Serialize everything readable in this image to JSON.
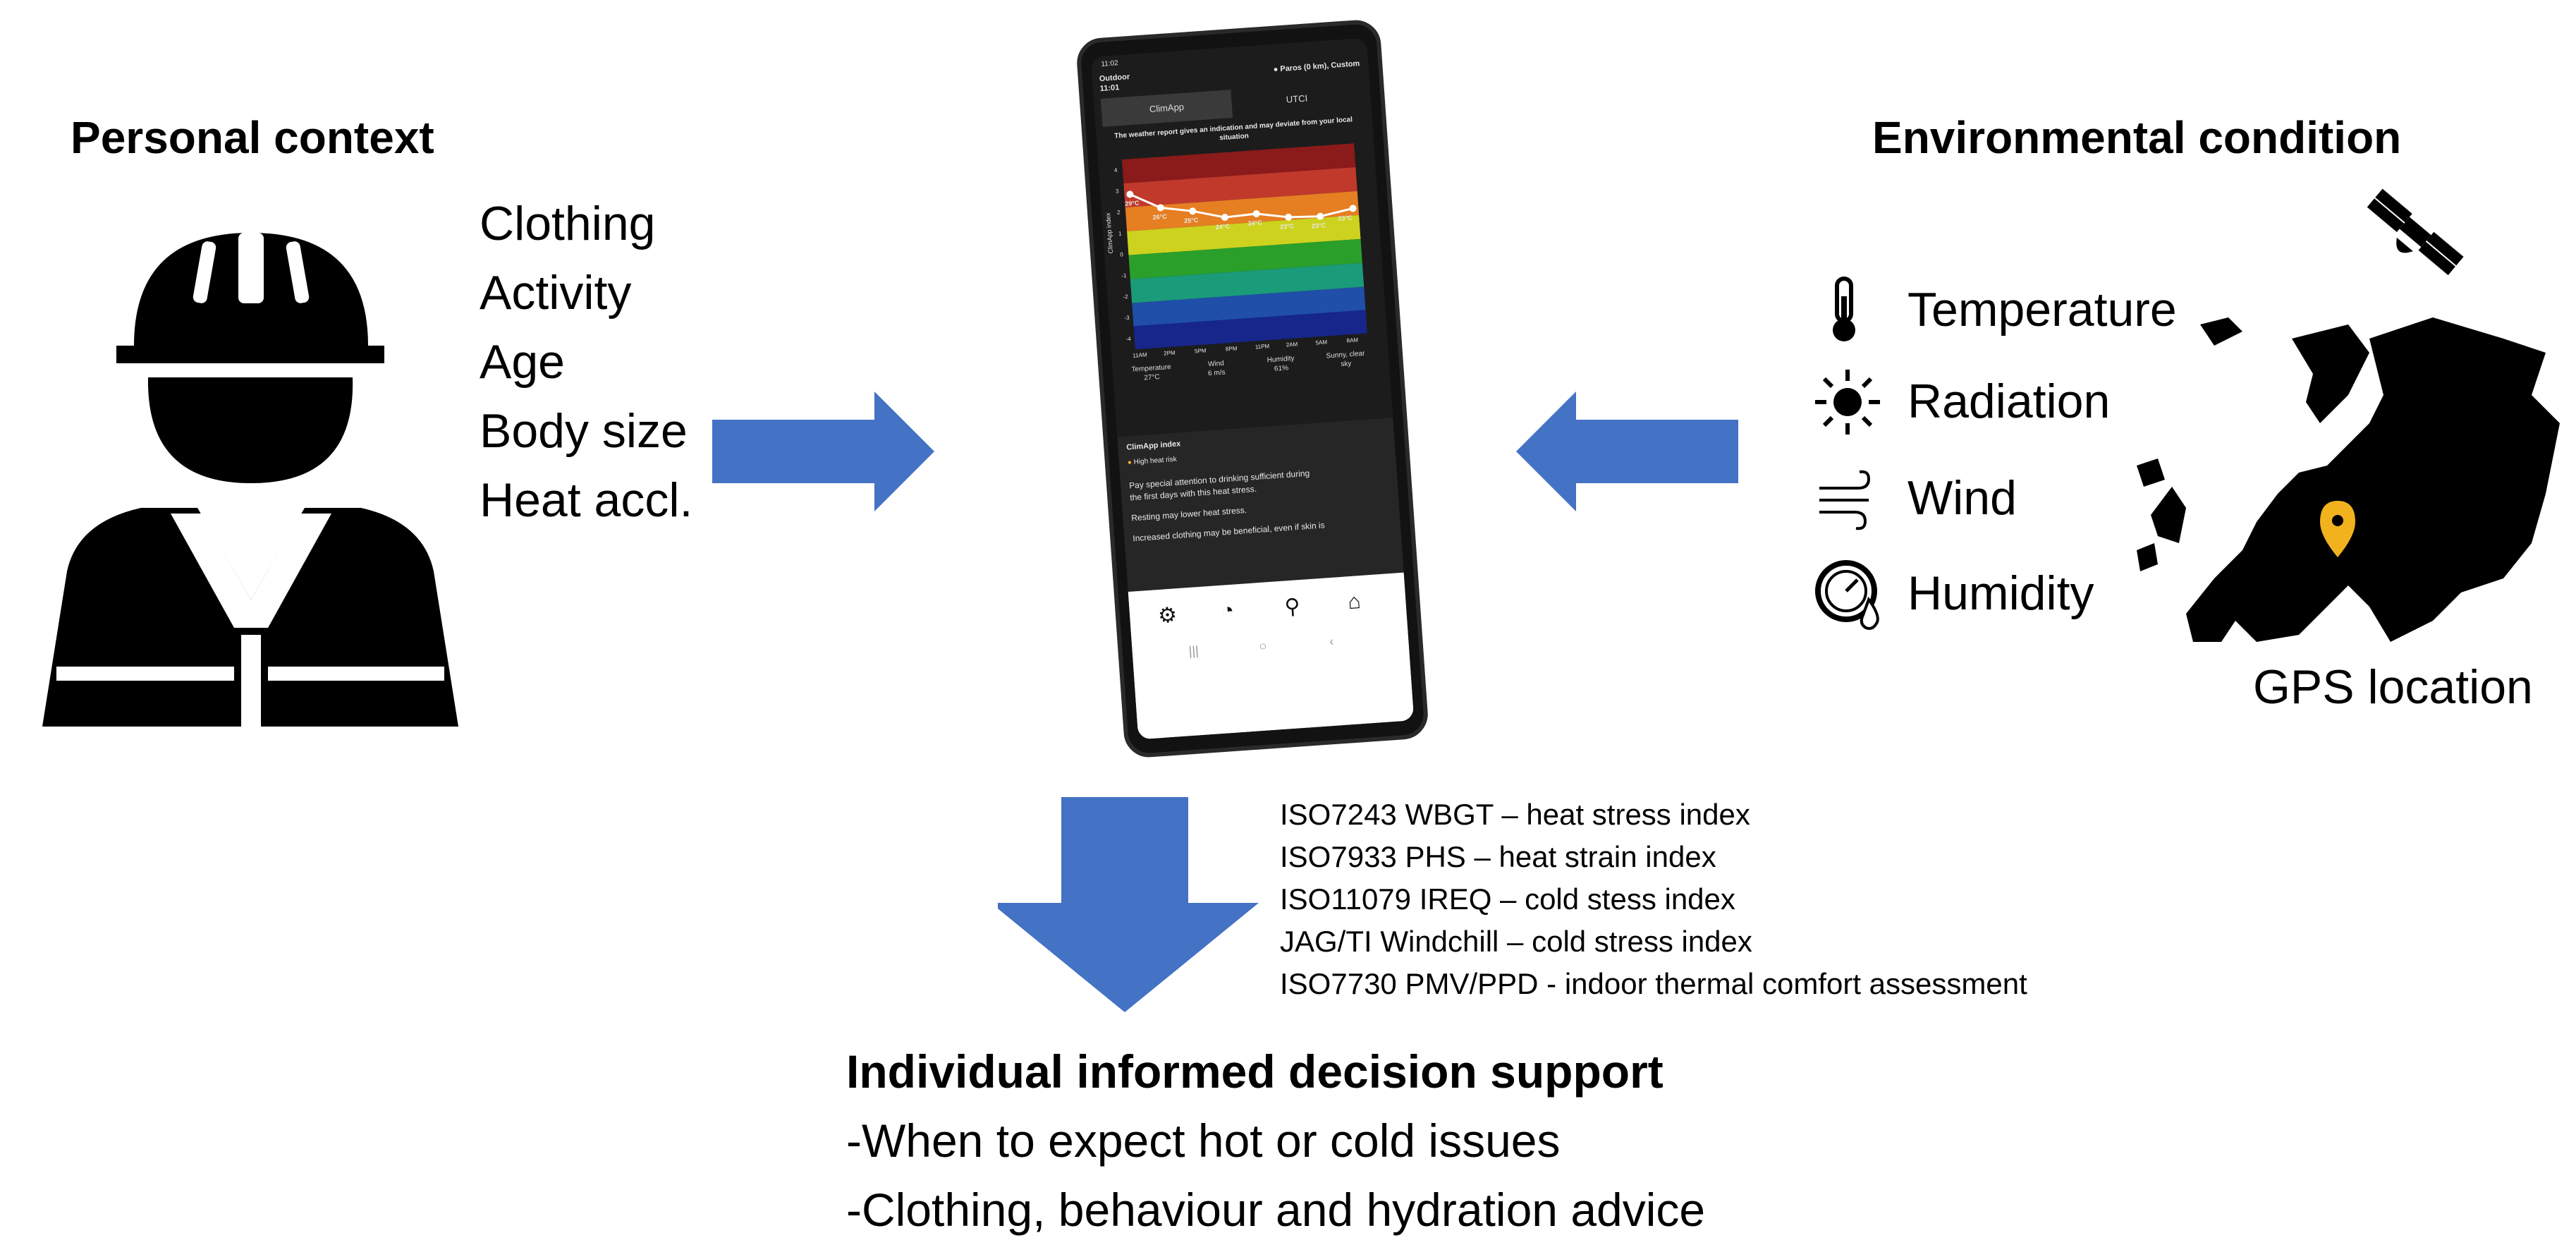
{
  "personal": {
    "heading": "Personal context",
    "items": [
      "Clothing",
      "Activity",
      "Age",
      "Body size",
      "Heat accl."
    ]
  },
  "environment": {
    "heading": "Environmental condition",
    "items": [
      {
        "label": "Temperature",
        "icon": "thermometer-icon"
      },
      {
        "label": "Radiation",
        "icon": "sun-icon"
      },
      {
        "label": "Wind",
        "icon": "wind-icon"
      },
      {
        "label": "Humidity",
        "icon": "humidity-gauge-icon"
      }
    ],
    "gps_label": "GPS location",
    "marker_color": "#F2B21E"
  },
  "phone": {
    "status_time": "11:02",
    "location_label": "Outdoor",
    "location_time": "11:01",
    "place": "Paros (0 km), Custom",
    "tabs": [
      "ClimApp",
      "UTCI"
    ],
    "notice": "The weather report gives an indication and may deviate from your local situation",
    "y_axis_label": "ClimApp index",
    "y_ticks": [
      "4",
      "3",
      "2",
      "1",
      "0",
      "-1",
      "-2",
      "-3",
      "-4"
    ],
    "x_ticks": [
      "11AM",
      "2PM",
      "5PM",
      "8PM",
      "11PM",
      "2AM",
      "5AM",
      "8AM"
    ],
    "temps": [
      "29°C",
      "26°C",
      "25°C",
      "24°C",
      "24°C",
      "23°C",
      "23°C",
      "23°C"
    ],
    "metrics": [
      {
        "label": "Temperature",
        "value": "27°C"
      },
      {
        "label": "Wind",
        "value": "6 m/s"
      },
      {
        "label": "Humidity",
        "value": "61%"
      },
      {
        "label": "Sunny, clear",
        "value": "sky"
      }
    ],
    "card_title": "ClimApp index",
    "risk_label": "High heat risk",
    "advice": [
      "Pay special attention to drinking sufficient during",
      "the first days with this heat stress.",
      "Resting may lower heat stress.",
      "Increased clothing may be beneficial, even if skin is"
    ]
  },
  "standards": [
    "ISO7243 WBGT – heat stress index",
    "ISO7933 PHS – heat strain index",
    "ISO11079 IREQ – cold stess index",
    "JAG/TI Windchill – cold stress index",
    "ISO7730 PMV/PPD - indoor thermal comfort assessment"
  ],
  "decision": {
    "title": "Individual informed decision support",
    "points": [
      "-When to expect hot or cold issues",
      "-Clothing, behaviour and hydration advice"
    ]
  },
  "colors": {
    "arrow": "#4472C4",
    "risk_dot": "#F2B21E"
  }
}
